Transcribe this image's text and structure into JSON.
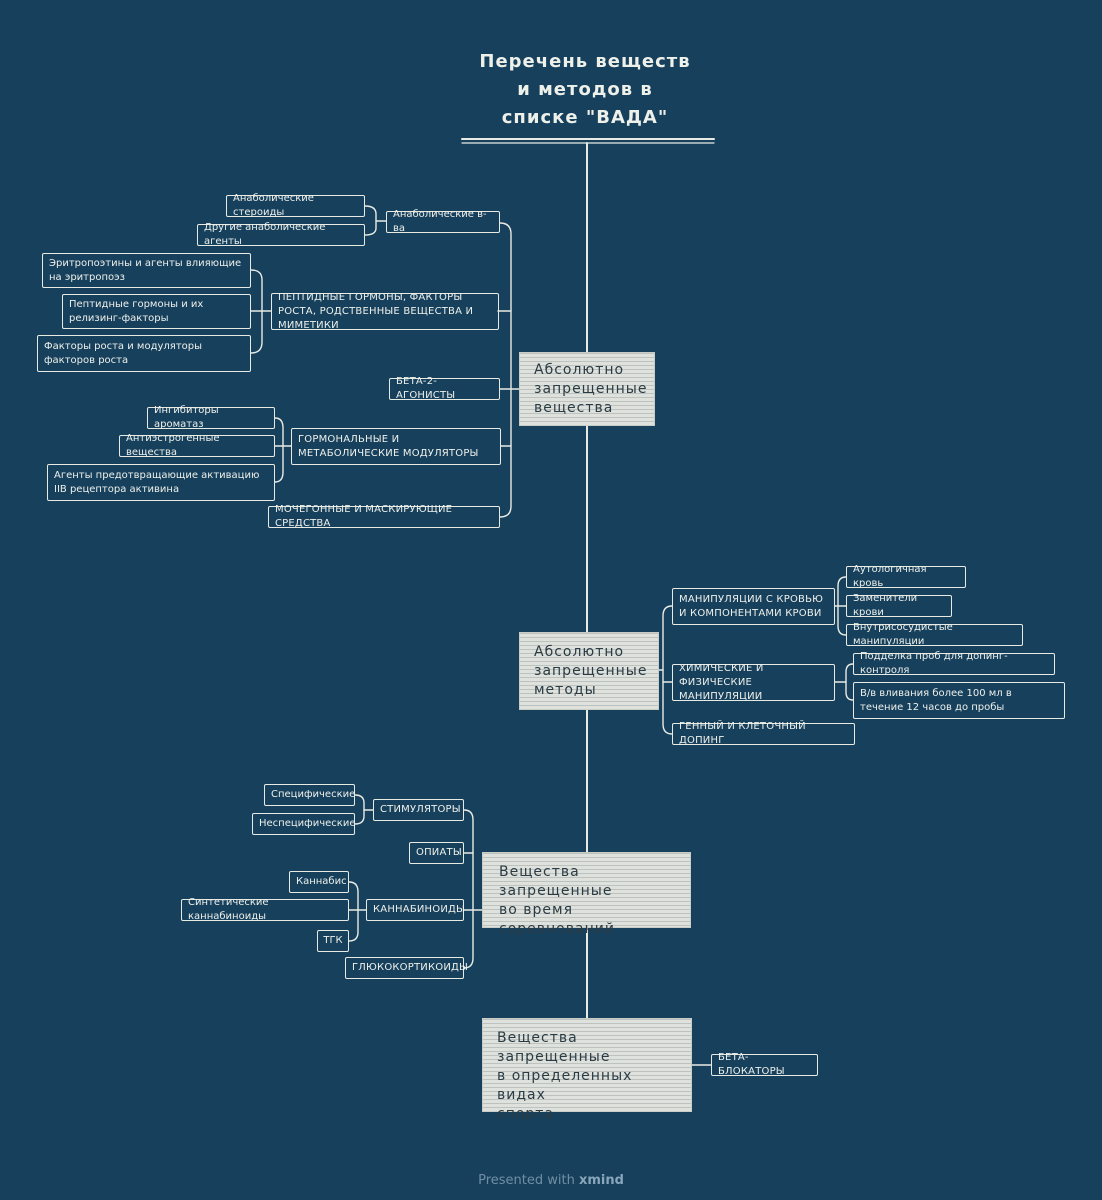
{
  "title": [
    "Перечень веществ",
    "и методов в",
    "списке \"ВАДА\""
  ],
  "branch1": {
    "main": [
      "Абсолютно",
      "запрещенные",
      "вещества"
    ],
    "anabolic": "Анаболические в-ва",
    "anabolic_steroids": "Анаболические стероиды",
    "other_anabolic": "Другие анаболические агенты",
    "peptide": "ПЕПТИДНЫЕ ГОРМОНЫ, ФАКТОРЫ РОСТА, РОДСТВЕННЫЕ ВЕЩЕСТВА И МИМЕТИКИ",
    "epo": "Эритропоэтины и агенты влияющие на эритропоэз",
    "peptide_hormones": "Пептидные гормоны и их релизинг-факторы",
    "growth_factors": "Факторы роста и модуляторы факторов роста",
    "beta2": "БЕТА-2-АГОНИСТЫ",
    "hormonal": "ГОРМОНАЛЬНЫЕ И МЕТАБОЛИЧЕСКИЕ МОДУЛЯТОРЫ",
    "aromatase": "Ингибиторы ароматаз",
    "antiestrogen": "Антиэстрогенные вещества",
    "activin": "Агенты предотвращающие активацию IIB рецептора активина",
    "diuretics": "МОЧЕГОННЫЕ И МАСКИРУЮЩИЕ СРЕДСТВА"
  },
  "branch2": {
    "main": [
      "Абсолютно",
      "запрещенные",
      "методы"
    ],
    "blood": "МАНИПУЛЯЦИИ С КРОВЬЮ И КОМПОНЕНТАМИ КРОВИ",
    "autologous": "Аутологичная кровь",
    "blood_substitutes": "Заменители крови",
    "intravascular": "Внутрисосудистые манипуляции",
    "chemical": "ХИМИЧЕСКИЕ И ФИЗИЧЕСКИЕ МАНИПУЛЯЦИИ",
    "tampering": "Подделка проб для допинг-контроля",
    "infusions": "В/в вливания более 100 мл в течение 12 часов до пробы",
    "gene": "ГЕННЫЙ И КЛЕТОЧНЫЙ ДОПИНГ"
  },
  "branch3": {
    "main": [
      "Вещества",
      "запрещенные",
      "во время соревнований"
    ],
    "stimulants": "СТИМУЛЯТОРЫ",
    "specific": "Специфические",
    "nonspecific": "Неспецифические",
    "opiates": "ОПИАТЫ",
    "cannabinoids": "КАННАБИНОИДЫ",
    "cannabis": "Каннабис",
    "synthetic": "Синтетические каннабиноиды",
    "thc": "ТГК",
    "gluco": "ГЛЮКОКОРТИКОИДЫ"
  },
  "branch4": {
    "main": [
      "Вещества",
      "запрещенные",
      "в определенных видах",
      "спорта"
    ],
    "beta_blockers": "БЕТА-БЛОКАТОРЫ"
  },
  "footer": {
    "prefix": "Presented with",
    "brand": "xmind"
  },
  "colors": {
    "background": "#17405d",
    "line": "#e8ebe4",
    "card": "#dfe2dc"
  }
}
